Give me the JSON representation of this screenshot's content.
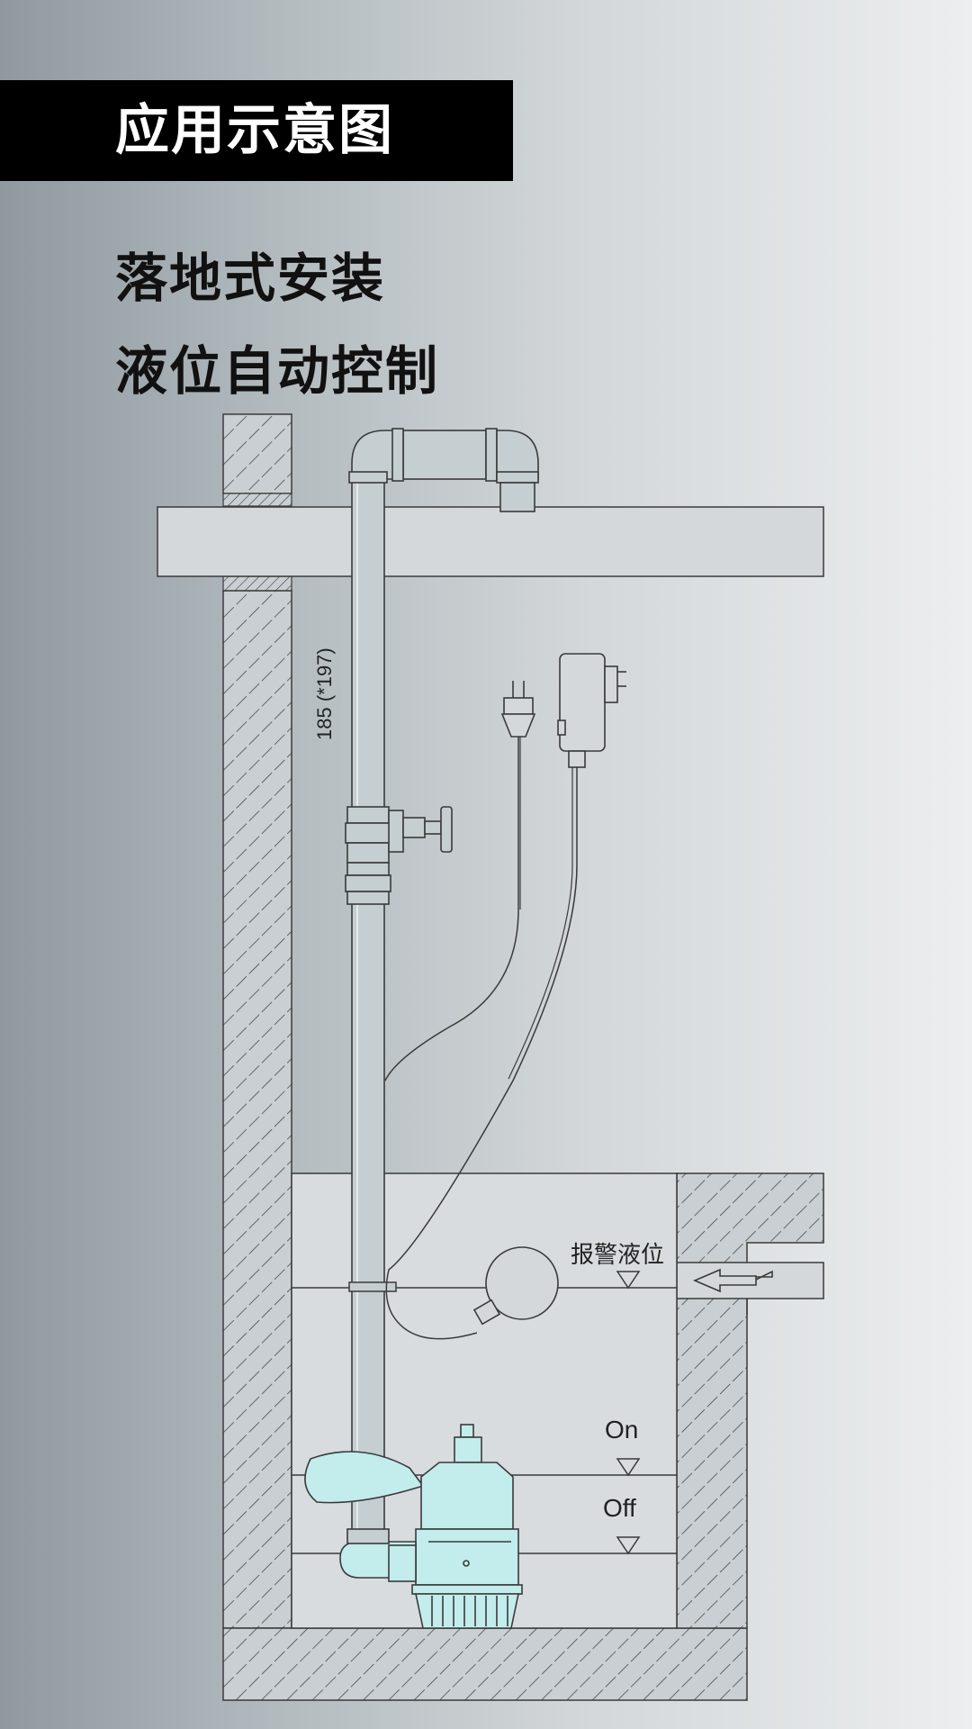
{
  "header": {
    "banner_title": "应用示意图",
    "line1": "落地式安装",
    "line2": "液位自动控制"
  },
  "diagram": {
    "dimension_label": "185 (*197)",
    "alarm_level_label": "报警液位",
    "on_label": "On",
    "off_label": "Off"
  },
  "colors": {
    "pump": "#c3ecec",
    "pipe": "#c5ced1",
    "line": "#3a3a3a",
    "banner": "#000000"
  }
}
